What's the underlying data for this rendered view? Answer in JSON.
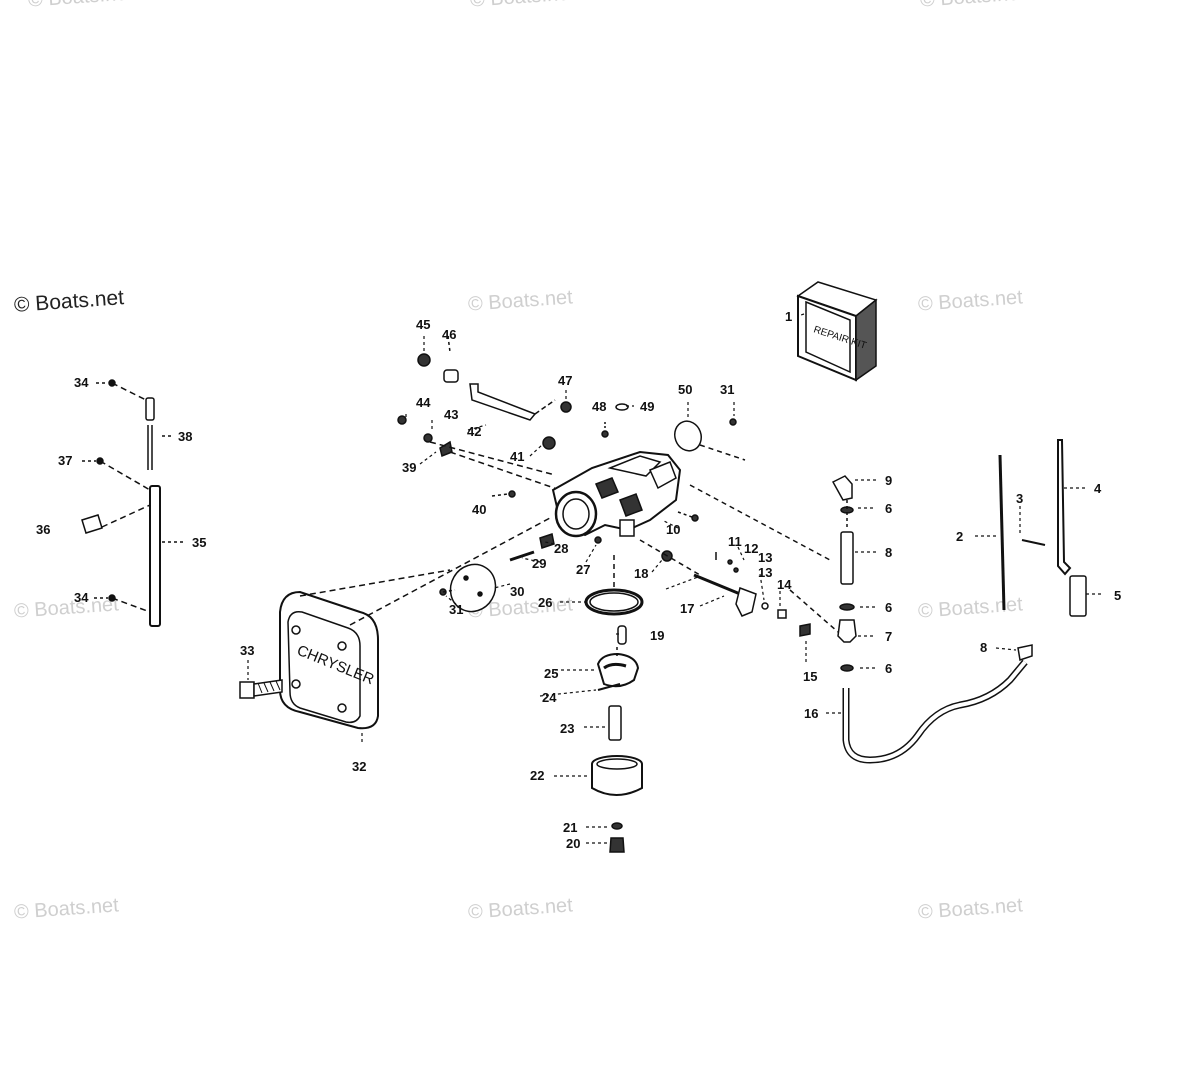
{
  "watermark": "© Boats.net",
  "watermark_primary": "© Boats.net",
  "kit_label": "REPAIR KIT",
  "brand_label": "CHRYSLER",
  "callouts": [
    "1",
    "2",
    "3",
    "4",
    "5",
    "6",
    "6",
    "6",
    "7",
    "8",
    "8",
    "9",
    "10",
    "11",
    "12",
    "13",
    "13",
    "14",
    "15",
    "16",
    "17",
    "18",
    "19",
    "20",
    "21",
    "22",
    "23",
    "24",
    "25",
    "26",
    "27",
    "28",
    "29",
    "30",
    "31",
    "31",
    "32",
    "33",
    "34",
    "34",
    "35",
    "36",
    "37",
    "38",
    "39",
    "40",
    "41",
    "42",
    "43",
    "44",
    "45",
    "46",
    "47",
    "48",
    "49",
    "50"
  ]
}
